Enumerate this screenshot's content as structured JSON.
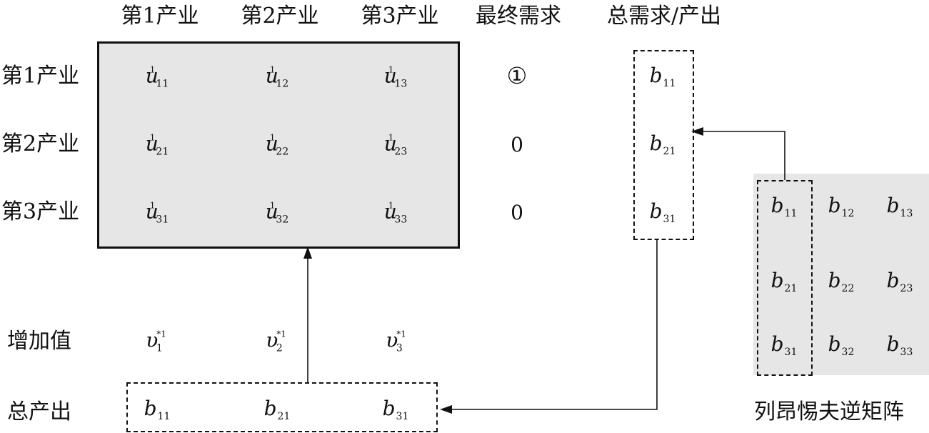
{
  "column_headers": [
    "第1产业",
    "第2产业",
    "第3产业",
    "最终需求",
    "总需求/产出"
  ],
  "row_labels": [
    "第1产业",
    "第2产业",
    "第3产业"
  ],
  "bottom_labels": {
    "value_added": "增加值",
    "total_output": "总产出"
  },
  "matrix_U": {
    "symbol": "u",
    "superscript": "1",
    "subscripts": [
      [
        "11",
        "12",
        "13"
      ],
      [
        "21",
        "22",
        "23"
      ],
      [
        "31",
        "32",
        "33"
      ]
    ]
  },
  "final_demand": [
    "①",
    "0",
    "0"
  ],
  "total_demand_column": {
    "symbol": "b",
    "subscripts": [
      "11",
      "21",
      "31"
    ]
  },
  "value_added_row": {
    "symbol": "υ",
    "superscript": "*1",
    "subscripts": [
      "1",
      "2",
      "3"
    ]
  },
  "total_output_row": {
    "symbol": "b",
    "subscripts": [
      "11",
      "21",
      "31"
    ]
  },
  "leontief_matrix": {
    "symbol": "b",
    "subscripts": [
      [
        "11",
        "12",
        "13"
      ],
      [
        "21",
        "22",
        "23"
      ],
      [
        "31",
        "32",
        "33"
      ]
    ]
  },
  "leontief_label": "列昂惕夫逆矩阵",
  "colors": {
    "box_fill": "#e6e6e6",
    "line": "#111111"
  }
}
